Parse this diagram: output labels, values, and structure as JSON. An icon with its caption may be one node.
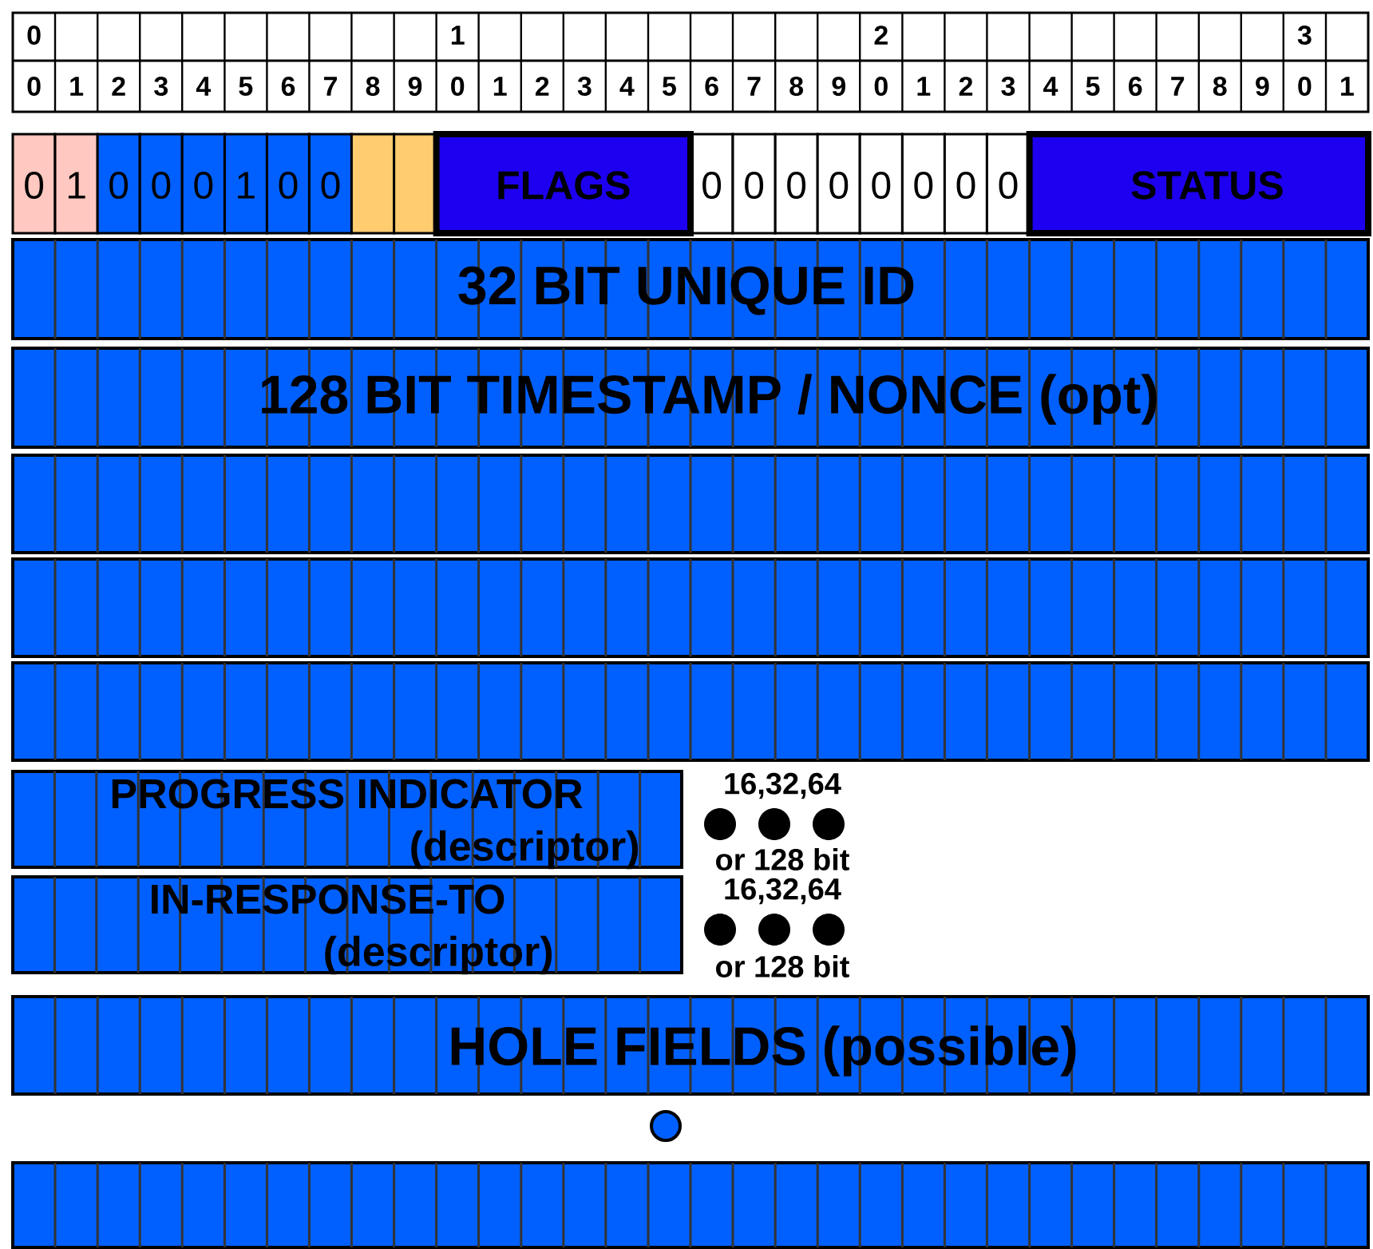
{
  "diagram": {
    "nodes": [
      {
        "text": [
          "FLAGS"
        ]
      },
      {
        "text": [
          "STATUS"
        ]
      },
      {
        "text": [
          "32 BIT UNIQUE ID"
        ]
      },
      {
        "text": [
          "128 BIT  TIMESTAMP / NONCE (opt)"
        ]
      },
      {
        "text": [],
        "shape": "bar"
      },
      {
        "text": [],
        "shape": "bar"
      },
      {
        "text": [],
        "shape": "bar"
      },
      {
        "text": [
          "PROGRESS INDICATOR",
          "(descriptor)"
        ]
      },
      {
        "text": [
          "IN-RESPONSE-TO",
          "(descriptor)"
        ]
      },
      {
        "text": [
          "HOLE FIELDS (possible)"
        ]
      },
      {
        "text": [],
        "shape": "circle"
      },
      {
        "text": [],
        "shape": "bar"
      }
    ],
    "labels": [
      "0",
      "1",
      "2",
      "3",
      "0",
      "1",
      "2",
      "3",
      "4",
      "5",
      "6",
      "7",
      "8",
      "9",
      "0",
      "1",
      "2",
      "3",
      "4",
      "5",
      "6",
      "7",
      "8",
      "9",
      "0",
      "1",
      "2",
      "3",
      "4",
      "5",
      "6",
      "7",
      "8",
      "9",
      "0",
      "1",
      "0",
      "1",
      "0",
      "0",
      "0",
      "1",
      "0",
      "0",
      "0",
      "0",
      "0",
      "0",
      "0",
      "0",
      "0",
      "0",
      "16,32,64",
      "or 128 bit",
      "16,32,64",
      "or 128 bit"
    ]
  }
}
